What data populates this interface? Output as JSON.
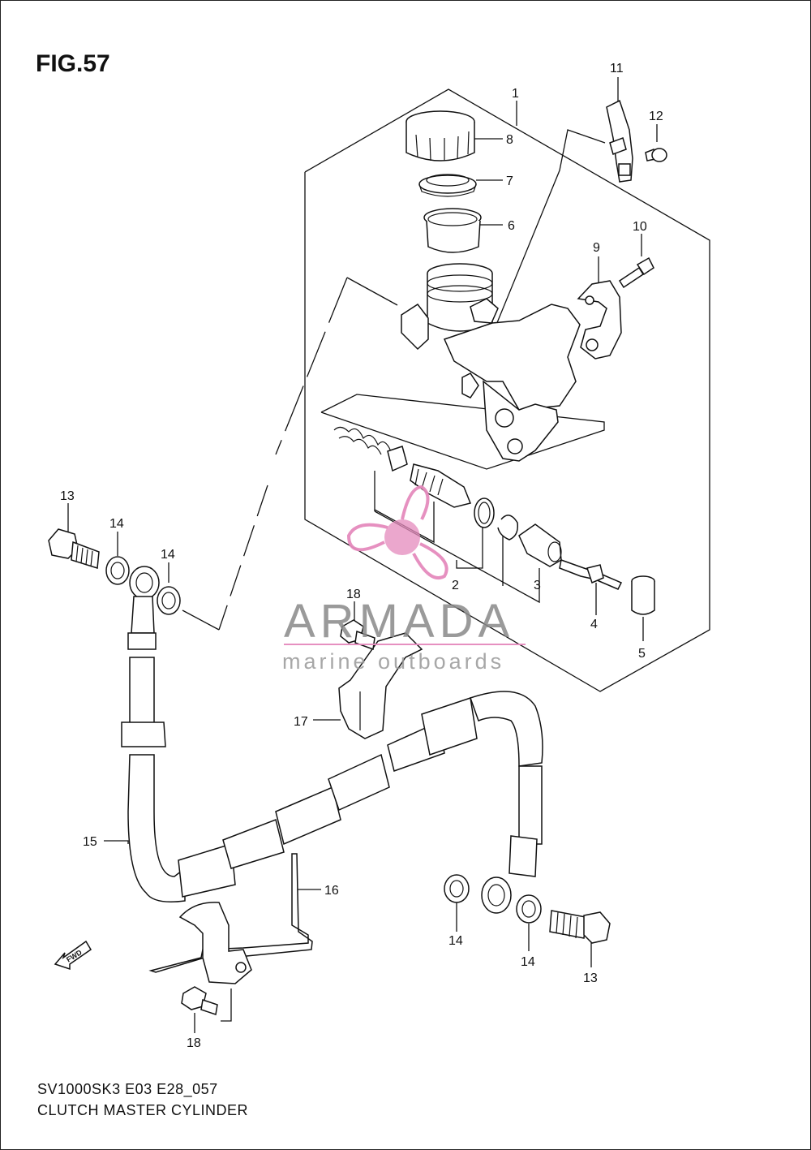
{
  "figure": {
    "title": "FIG.57",
    "code": "SV1000SK3 E03 E28_057",
    "name": "CLUTCH MASTER CYLINDER"
  },
  "watermark": {
    "brand": "ARMADA",
    "tagline": "marine outboards",
    "color": "#e58bbd"
  },
  "direction_arrow": {
    "label": "FWD"
  },
  "callouts": [
    "1",
    "2",
    "3",
    "4",
    "5",
    "6",
    "7",
    "8",
    "9",
    "10",
    "11",
    "12",
    "13",
    "14",
    "14",
    "15",
    "16",
    "17",
    "18",
    "14",
    "14",
    "13",
    "18"
  ]
}
